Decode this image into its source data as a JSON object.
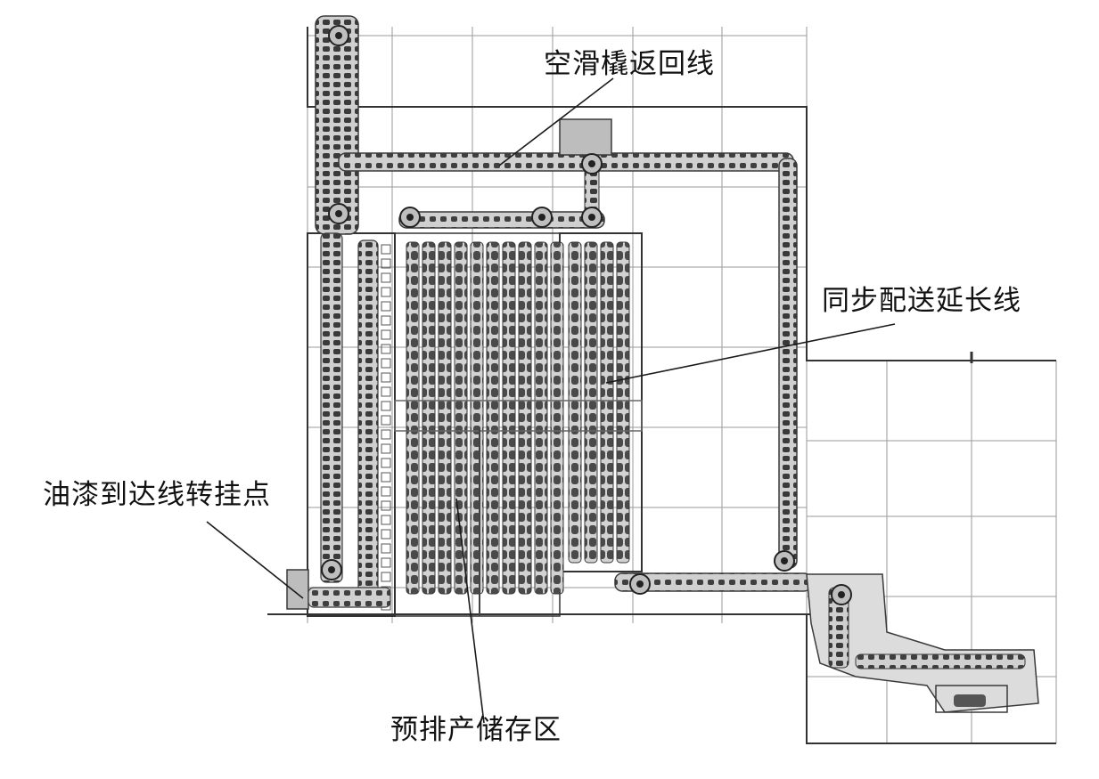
{
  "callouts": [
    {
      "id": "empty-skid-return-line",
      "label": "空滑橇返回线"
    },
    {
      "id": "sync-delivery-extension-line",
      "label": "同步配送延长线"
    },
    {
      "id": "paint-arrival-transfer-point",
      "label": "油漆到达线转挂点"
    },
    {
      "id": "pre-sequencing-storage-area",
      "label": "预排产储存区"
    }
  ],
  "colors": {
    "background": "#ffffff",
    "grid": "#9a9a9a",
    "frame": "#333333",
    "line": "#1a1a1a",
    "track": "#3a3a3a",
    "conveyor_fill": "#c8c8c8",
    "label": "#111111"
  }
}
